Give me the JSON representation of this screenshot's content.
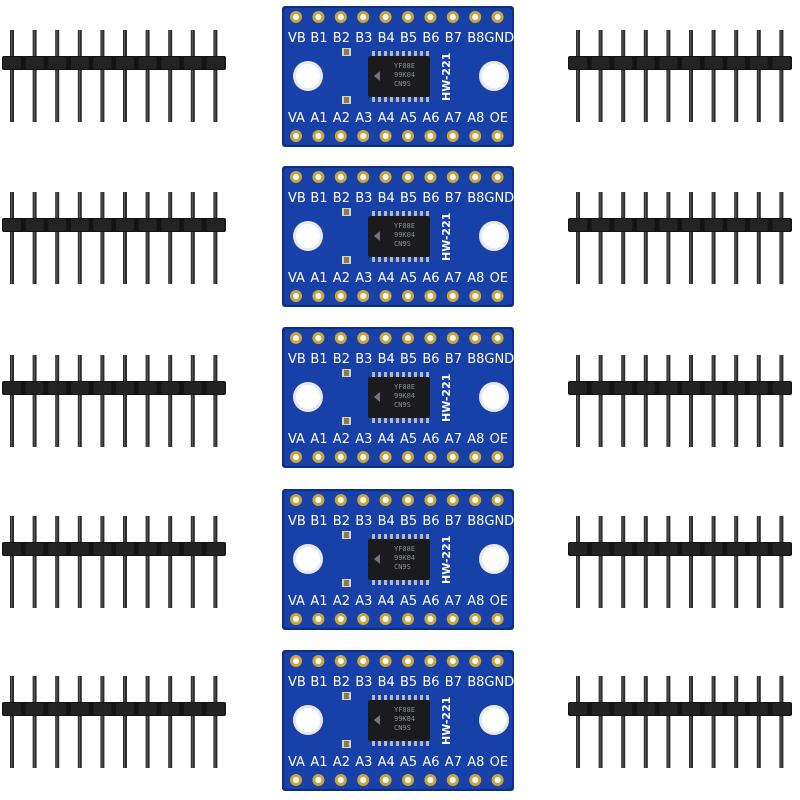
{
  "scene": {
    "description_free": true,
    "board_count": 5,
    "header_rows_per_side": 5,
    "pins_per_header": 10,
    "colors": {
      "pcb": "#1740a8",
      "pcb_edge": "#0e2e85",
      "pad": "#c9a53b",
      "chip": "#1b1b1d",
      "header_plastic": "#141414",
      "pin": "#2b2b2b",
      "hole": "#ffffff"
    }
  },
  "board": {
    "top_labels": [
      "VB",
      "B1",
      "B2",
      "B3",
      "B4",
      "B5",
      "B6",
      "B7",
      "B8GND"
    ],
    "bottom_labels": [
      "VA",
      "A1",
      "A2",
      "A3",
      "A4",
      "A5",
      "A6",
      "A7",
      "A8",
      "OE"
    ],
    "chip_lines": [
      "YF08E",
      "99K04",
      "CN9S"
    ],
    "model": "HW-221"
  }
}
